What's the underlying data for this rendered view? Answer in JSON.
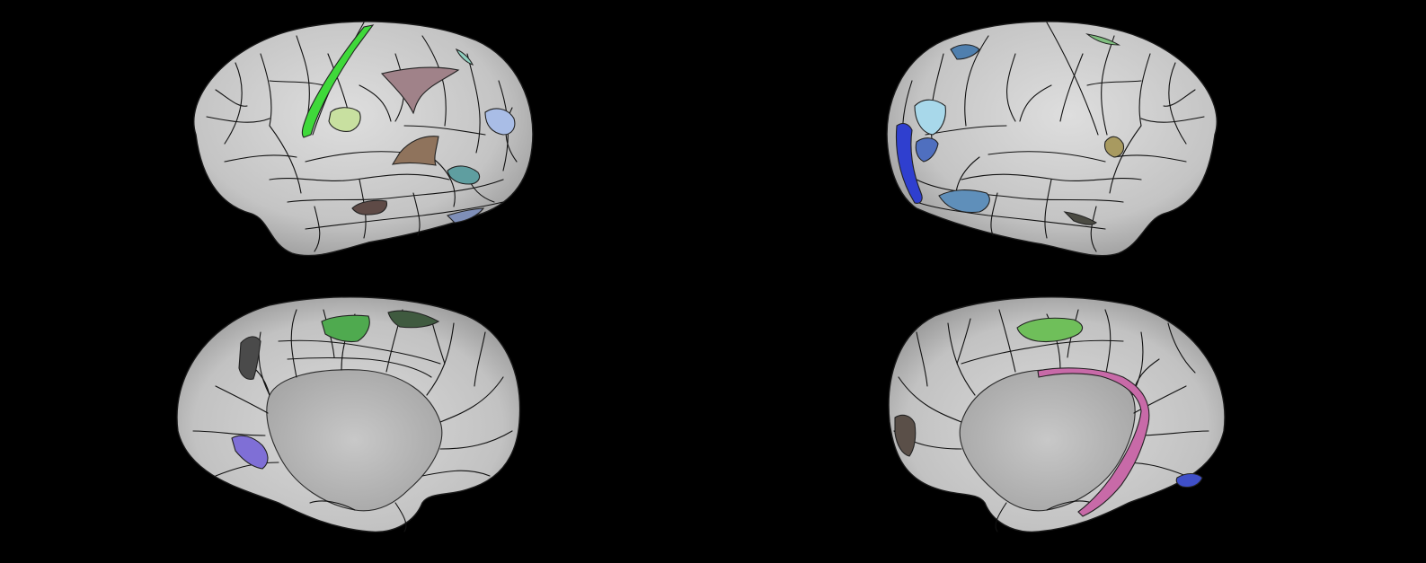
{
  "scene": {
    "background": "#000000",
    "surface_base": "#cfcfcf",
    "surface_shadow": "#9e9e9e",
    "boundary_color": "#111111"
  },
  "views": [
    {
      "id": "left-lateral",
      "hemisphere": "left",
      "view": "lateral",
      "regions": [
        {
          "name": "precentral-strip-region",
          "color": "#3fd93a"
        },
        {
          "name": "frontal-yellowgreen-region",
          "color": "#c8e0a0"
        },
        {
          "name": "parietal-mauve-region",
          "color": "#a08289"
        },
        {
          "name": "occipital-lightblue-region",
          "color": "#a9bde6"
        },
        {
          "name": "temporal-brown-region",
          "color": "#8f735c"
        },
        {
          "name": "temporal-teal-region",
          "color": "#5f9ea0"
        },
        {
          "name": "inferior-temporal-darkbrown-region",
          "color": "#5e4a46"
        },
        {
          "name": "inferior-occipital-slateblue-region",
          "color": "#7f8fb8"
        },
        {
          "name": "superior-parietal-mint-region",
          "color": "#8fd0c0"
        }
      ]
    },
    {
      "id": "right-lateral",
      "hemisphere": "right",
      "view": "lateral",
      "regions": [
        {
          "name": "occipital-blue-strip-region",
          "color": "#2f3fcf"
        },
        {
          "name": "occipital-skyblue-region",
          "color": "#a8d8ea"
        },
        {
          "name": "occipital-midblue-region",
          "color": "#4f6fbf"
        },
        {
          "name": "parietal-steelblue-region",
          "color": "#4f7fae"
        },
        {
          "name": "temporal-steelblue-region",
          "color": "#5f8fba"
        },
        {
          "name": "frontal-olive-region",
          "color": "#a89a60"
        },
        {
          "name": "temporal-darkgray-region",
          "color": "#4a4a42"
        },
        {
          "name": "superior-frontal-green-region",
          "color": "#7fbf7f"
        }
      ]
    },
    {
      "id": "left-medial",
      "hemisphere": "left",
      "view": "medial",
      "regions": [
        {
          "name": "paracentral-green-region",
          "color": "#4faa4f"
        },
        {
          "name": "superior-frontal-darkgreen-region",
          "color": "#3f5a3f"
        },
        {
          "name": "cuneus-darkgray-region",
          "color": "#4a4a4a"
        },
        {
          "name": "lingual-purple-region",
          "color": "#7f6fd6"
        }
      ]
    },
    {
      "id": "right-medial",
      "hemisphere": "right",
      "view": "medial",
      "regions": [
        {
          "name": "paracentral-green-region",
          "color": "#6fbf5a"
        },
        {
          "name": "cingulate-pink-region",
          "color": "#c86aa8"
        },
        {
          "name": "cuneus-brown-region",
          "color": "#5a4f48"
        },
        {
          "name": "orbitofrontal-blue-region",
          "color": "#3f4fc8"
        }
      ]
    }
  ]
}
